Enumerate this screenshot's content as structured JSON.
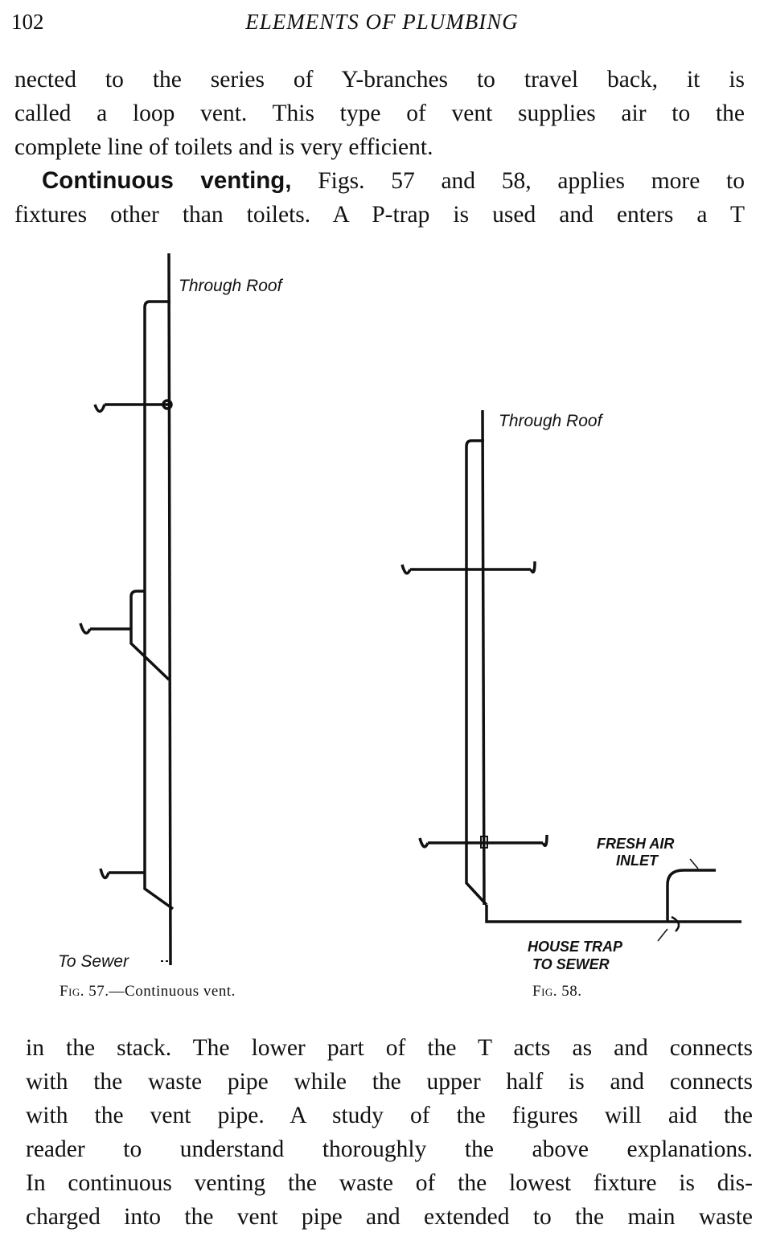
{
  "header": {
    "page_number": "102",
    "running_title": "ELEMENTS OF PLUMBING"
  },
  "top_lines": [
    "nected to the series of Y-branches to travel back, it is",
    "called a loop vent.  This type of vent supplies air to the",
    "complete line of toilets and is very efficient."
  ],
  "para2": {
    "bold": "Continuous venting,",
    "rest": " Figs. 57 and 58, applies more to"
  },
  "para2_line2": "fixtures other than toilets.  A P-trap is used and enters a T",
  "fig57": {
    "label_roof": "Through Roof",
    "label_sewer": "To Sewer",
    "caption_prefix": "Fig.",
    "caption_rest": " 57.—Continuous vent."
  },
  "fig58": {
    "label_roof": "Through Roof",
    "label_fresh1": "FRESH AIR",
    "label_fresh2": "INLET",
    "label_trap1": "HOUSE TRAP",
    "label_trap2": "TO SEWER",
    "caption_prefix": "Fig.",
    "caption_rest": " 58."
  },
  "bottom_lines": [
    "in the stack.  The lower part of the T acts as and connects",
    "with the waste pipe while the upper half is and connects",
    "with the vent pipe.  A study of the figures will aid the",
    "reader to understand thoroughly the above explanations.",
    "In continuous venting the waste of the lowest fixture is dis-",
    "charged into the vent pipe and extended to the main waste"
  ]
}
